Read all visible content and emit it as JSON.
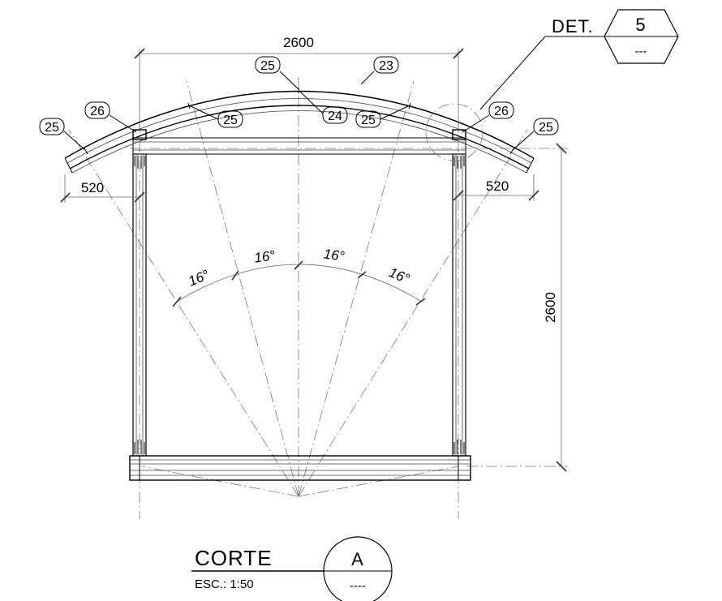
{
  "dimensions": {
    "top_width": "2600",
    "right_height": "2600",
    "left_overhang": "520",
    "right_overhang": "520"
  },
  "angles": [
    "16°",
    "16°",
    "16°",
    "16°"
  ],
  "callouts": {
    "c23": "23",
    "c24": "24",
    "c25": "25",
    "c26": "26"
  },
  "detail": {
    "prefix": "DET.",
    "number": "5",
    "sheet": "---"
  },
  "section": {
    "title": "CORTE",
    "scale": "ESC.: 1:50",
    "letter": "A",
    "sheet": "----"
  }
}
